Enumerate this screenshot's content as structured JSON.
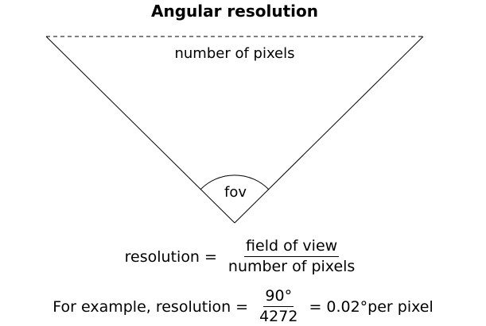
{
  "diagram": {
    "title": "Angular resolution",
    "top_label": "number of pixels",
    "angle_label": "fov"
  },
  "formula": {
    "lhs": "resolution",
    "equals": "=",
    "numerator": "field of view",
    "denominator": "number of pixels"
  },
  "example": {
    "prefix": "For example, resolution",
    "equals": "=",
    "numerator": "90°",
    "denominator": "4272",
    "equals2": "=",
    "result": "0.02°per pixel"
  }
}
